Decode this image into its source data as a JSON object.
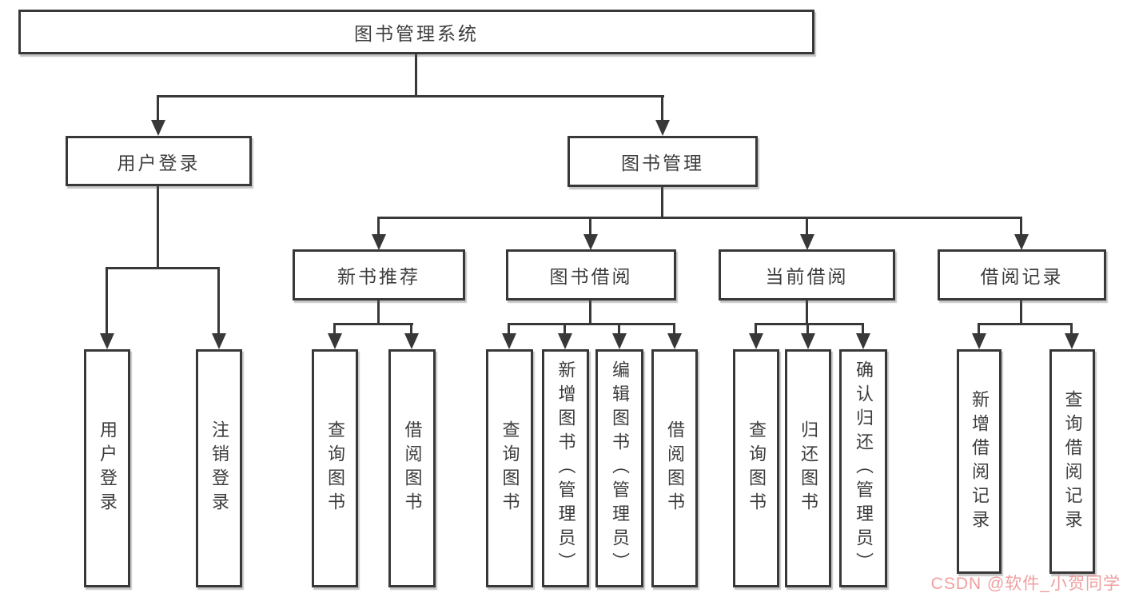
{
  "diagram_title": "图书管理系统",
  "tree": {
    "root": {
      "label": "图书管理系统",
      "children": [
        {
          "label": "用户登录",
          "children": [
            {
              "label": "用户登录"
            },
            {
              "label": "注销登录"
            }
          ]
        },
        {
          "label": "图书管理",
          "children": [
            {
              "label": "新书推荐",
              "children": [
                {
                  "label": "查询图书"
                },
                {
                  "label": "借阅图书"
                }
              ]
            },
            {
              "label": "图书借阅",
              "children": [
                {
                  "label": "查询图书"
                },
                {
                  "label": "新增图书（管理员）"
                },
                {
                  "label": "编辑图书（管理员）"
                },
                {
                  "label": "借阅图书"
                }
              ]
            },
            {
              "label": "当前借阅",
              "children": [
                {
                  "label": "查询图书"
                },
                {
                  "label": "归还图书"
                },
                {
                  "label": "确认归还（管理员）"
                }
              ]
            },
            {
              "label": "借阅记录",
              "children": [
                {
                  "label": "新增借阅记录"
                },
                {
                  "label": "查询借阅记录"
                }
              ]
            }
          ]
        }
      ]
    }
  },
  "watermark": {
    "text": "CSDN @软件_小贺同学",
    "color": "#f19e9e"
  },
  "colors": {
    "line": "#383838",
    "box_border": "#383838",
    "box_background": "#ffffff",
    "text": "#3d3d3d",
    "page_background": "#ffffff"
  }
}
